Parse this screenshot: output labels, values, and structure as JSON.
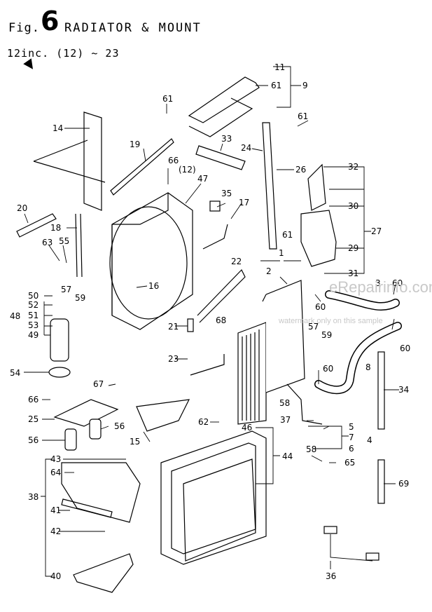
{
  "header": {
    "fig_prefix": "Fig.",
    "fig_number": "6",
    "title": "RADIATOR & MOUNT",
    "serial_range": "12inc. (12) ~ 23"
  },
  "watermark": {
    "main": "eRepairinfo.com",
    "sub": "watermark only on this sample"
  },
  "labels": {
    "p1": "1",
    "p2": "2",
    "p3": "3",
    "p4": "4",
    "p5": "5",
    "p6": "6",
    "p7": "7",
    "p8": "8",
    "p9": "9",
    "p11": "11",
    "p12": "(12)",
    "p14": "14",
    "p15": "15",
    "p16": "16",
    "p17": "17",
    "p18": "18",
    "p19": "19",
    "p20": "20",
    "p21": "21",
    "p22": "22",
    "p23": "23",
    "p24": "24",
    "p25": "25",
    "p26": "26",
    "p27": "27",
    "p29": "29",
    "p30": "30",
    "p31": "31",
    "p32": "32",
    "p33": "33",
    "p34": "34",
    "p35": "35",
    "p36": "36",
    "p37": "37",
    "p38": "38",
    "p40": "40",
    "p41": "41",
    "p42": "42",
    "p43": "43",
    "p44": "44",
    "p46": "46",
    "p47": "47",
    "p48": "48",
    "p49": "49",
    "p50": "50",
    "p51": "51",
    "p52": "52",
    "p53": "53",
    "p54": "54",
    "p55": "55",
    "p56": "56",
    "p57": "57",
    "p58": "58",
    "p59": "59",
    "p60": "60",
    "p61": "61",
    "p62": "62",
    "p63": "63",
    "p64": "64",
    "p65": "65",
    "p66": "66",
    "p67": "67",
    "p68": "68",
    "p69": "69"
  }
}
